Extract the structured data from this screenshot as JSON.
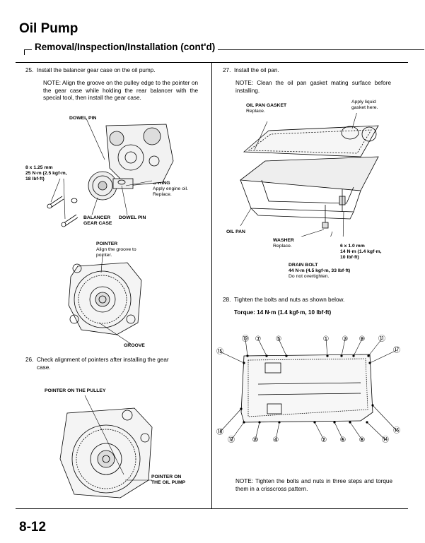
{
  "header": {
    "title": "Oil Pump",
    "subtitle": "Removal/Inspection/Installation (cont'd)"
  },
  "left": {
    "step25": {
      "num": "25.",
      "text": "Install the balancer gear case on the oil pump."
    },
    "note25": "NOTE: Align the groove on the pulley edge to the pointer on the gear case while holding the rear balancer with the special tool, then install the gear case.",
    "fig1": {
      "dowel_pin_top": "DOWEL PIN",
      "bolt_spec_1": "8 x 1.25 mm",
      "bolt_spec_2": "25 N·m (2.5 kgf·m,",
      "bolt_spec_3": "18 lbf·ft)",
      "oring_title": "O-RING",
      "oring_1": "Apply engine oil.",
      "oring_2": "Replace.",
      "balancer_1": "BALANCER",
      "balancer_2": "GEAR CASE",
      "dowel_pin_bottom": "DOWEL PIN"
    },
    "fig2": {
      "pointer_title": "POINTER",
      "pointer_1": "Align the groove to",
      "pointer_2": "pointer.",
      "groove": "GROOVE"
    },
    "step26": {
      "num": "26.",
      "text_1": "Check alignment of pointers after installing the gear",
      "text_2": "case."
    },
    "fig3": {
      "pulley": "POINTER ON THE PULLEY",
      "oilpump_1": "POINTER ON",
      "oilpump_2": "THE OIL PUMP"
    }
  },
  "right": {
    "step27": {
      "num": "27.",
      "text": "Install the oil pan."
    },
    "note27": "NOTE: Clean the oil pan gasket mating surface before installing.",
    "fig4": {
      "gasket_title": "OIL PAN GASKET",
      "gasket_sub": "Replace.",
      "liquid_1": "Apply liquid",
      "liquid_2": "gasket here.",
      "oil_pan": "OIL PAN",
      "washer_title": "WASHER",
      "washer_sub": "Replace.",
      "bolt_1": "6 x 1.0 mm",
      "bolt_2": "14 N·m (1.4 kgf·m,",
      "bolt_3": "10 lbf·ft)",
      "drain_title": "DRAIN BOLT",
      "drain_1": "44 N·m (4.5 kgf·m, 33 lbf·ft)",
      "drain_2": "Do not overtighten."
    },
    "step28": {
      "num": "28.",
      "text": "Tighten the bolts and nuts as shown below."
    },
    "torque": "Torque: 14 N·m (1.4 kgf·m, 10 lbf·ft)",
    "sequence": {
      "top": [
        "⑲",
        "⑦",
        "⑤",
        "①",
        "③",
        "⑨",
        "⑪"
      ],
      "left_top": "⑮",
      "right_top": "⑰",
      "left_bottom": "⑱",
      "right_bottom": "⑯",
      "bottom": [
        "⑫",
        "⑩",
        "④",
        "②",
        "⑥",
        "⑧",
        "⑭"
      ]
    },
    "note28": "NOTE: Tighten the bolts and nuts in three steps and torque them in a crisscross pattern."
  },
  "footer": {
    "page": "8-12"
  }
}
